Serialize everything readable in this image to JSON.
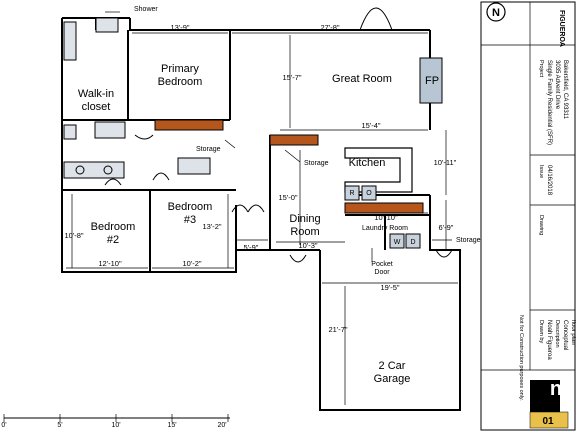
{
  "rooms": {
    "primary_bedroom": [
      "Primary",
      "Bedroom"
    ],
    "walk_in_closet": [
      "Walk-in",
      "closet"
    ],
    "great_room": "Great Room",
    "fp": "FP",
    "kitchen": "Kitchen",
    "bedroom2": [
      "Bedroom",
      "#2"
    ],
    "bedroom3": [
      "Bedroom",
      "#3"
    ],
    "dining": [
      "Dining",
      "Room"
    ],
    "laundry": "Laundry Room",
    "garage": [
      "2 Car",
      "Garage"
    ]
  },
  "appliances": {
    "range": "R",
    "oven": "O",
    "washer": "W",
    "dryer": "D"
  },
  "callouts": {
    "shower": "Shower",
    "storage_primary": "Storage",
    "storage_kitchen": "Storage",
    "storage_laundry": "Storage",
    "pocket_door": [
      "Pocket",
      "Door"
    ]
  },
  "dimensions": {
    "primary_width": "13'-9\"",
    "great_width": "27'-8\"",
    "great_depth": "15'-7\"",
    "kitchen_width": "15'-4\"",
    "kitchen_depth": "10'-11\"",
    "dining_depth": "15'-0\"",
    "laundry_width": "10'-10\"",
    "dining_width": "10'-3\"",
    "laundry_depth": "6'-9\"",
    "bed2_depth": "10'-8\"",
    "bed3_depth": "13'-2\"",
    "bed2_width": "12'-10\"",
    "bed3_width": "10'-2\"",
    "hall": "5'-9\"",
    "garage_width": "19'-5\"",
    "garage_depth": "21'-7\""
  },
  "scale_bar": {
    "labels": [
      "0'",
      "5'",
      "10'",
      "15'",
      "20'"
    ]
  },
  "title_block": {
    "project_label": "Project",
    "project": [
      "Single Family Residential (SFR)",
      "3035 Advent Drive",
      "Bakersfield, CA 93311"
    ],
    "issue_label": "Issue",
    "issue_date": "04/16/2018",
    "drawing_label": "Drawing",
    "notice_label": "Not for Construction purposes only.",
    "drawn_by_label": "Drawn by",
    "drawn_by": "Noah Figueroa",
    "description_label": "Description",
    "description": [
      "Conceptual",
      "floor plan"
    ],
    "logo_text": "FIGUEROA",
    "sheet_number": "01",
    "north_label": "N"
  },
  "colors": {
    "line": "#000000",
    "storage": "#b5561c",
    "fireplace": "#b8c6d3",
    "appliance": "#c7d2dc"
  }
}
